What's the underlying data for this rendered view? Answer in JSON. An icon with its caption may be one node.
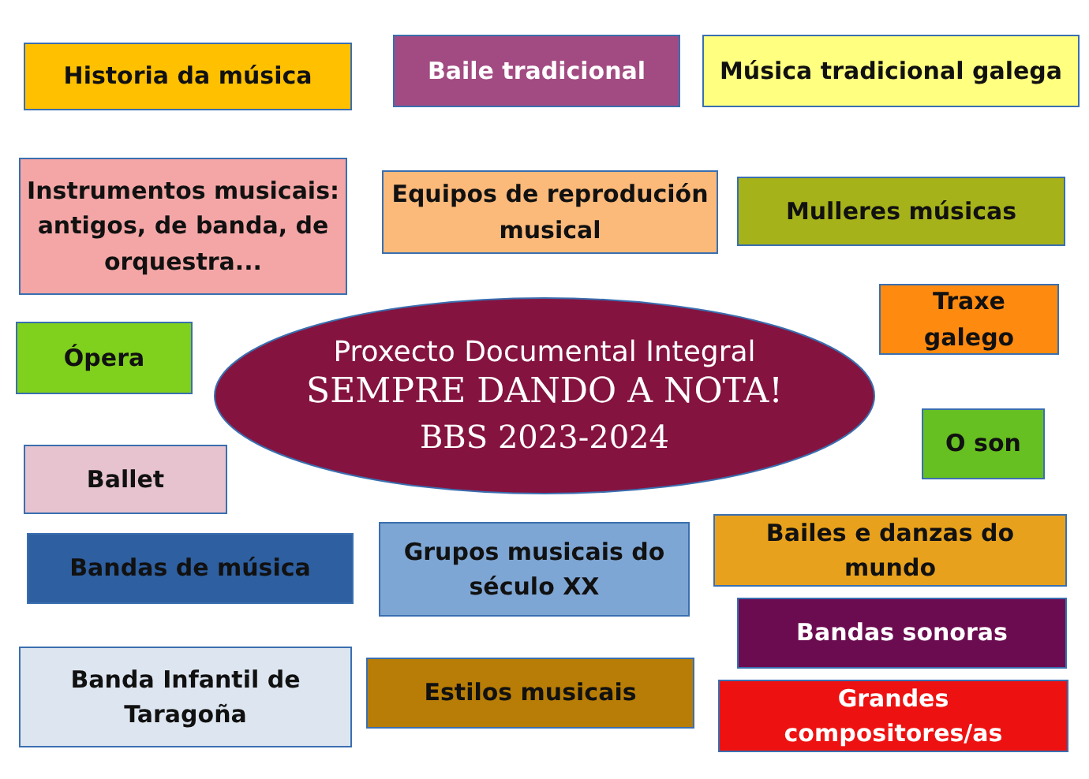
{
  "diagram": {
    "nodes": [
      {
        "text": [
          "Historia da música"
        ]
      },
      {
        "text": [
          "Baile tradicional"
        ]
      },
      {
        "text": [
          "Música tradicional galega"
        ]
      },
      {
        "text": [
          "Instrumentos musicais: antigos, de banda, de orquestra..."
        ]
      },
      {
        "text": [
          "Equipos de reprodución musical"
        ]
      },
      {
        "text": [
          "Mulleres músicas"
        ]
      },
      {
        "text": [
          "Traxe galego"
        ]
      },
      {
        "text": [
          "Ópera"
        ]
      },
      {
        "text": [
          "Proxecto Documental Integral",
          "SEMPRE DANDO A NOTA!",
          "BBS 2023-2024"
        ]
      },
      {
        "text": [
          "O son"
        ]
      },
      {
        "text": [
          "Ballet"
        ]
      },
      {
        "text": [
          "Bandas de música"
        ]
      },
      {
        "text": [
          "Grupos musicais do século XX"
        ]
      },
      {
        "text": [
          "Bailes e danzas do mundo"
        ]
      },
      {
        "text": [
          "Bandas sonoras"
        ]
      },
      {
        "text": [
          "Banda Infantil de Taragoña"
        ]
      },
      {
        "text": [
          "Estilos musicais"
        ]
      },
      {
        "text": [
          "Grandes compositores/as"
        ]
      }
    ]
  }
}
